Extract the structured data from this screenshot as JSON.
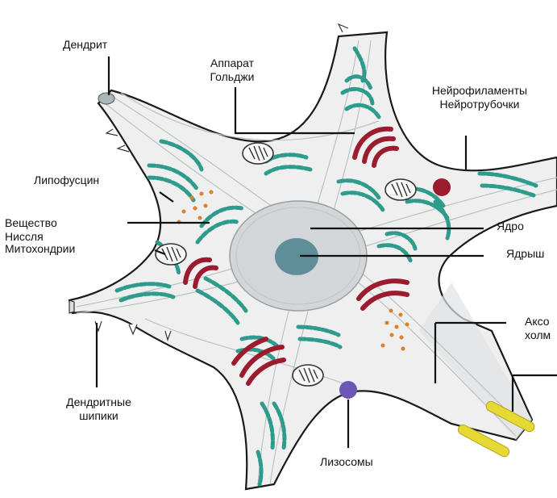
{
  "labels": {
    "dendrite": "Дендрит",
    "golgi_line1": "Аппарат",
    "golgi_line2": "Гольджи",
    "neurofilaments": "Нейрофиламенты",
    "neurotubules": "Нейротрубочки",
    "lipofuscin": "Липофусцин",
    "nissl_line1": "Вещество",
    "nissl_line2": "Ниссля",
    "mitochondria": "Митохондрии",
    "nucleus": "Ядро",
    "nucleolus": "Ядрыш",
    "axon_hillock_line1": "Аксо",
    "axon_hillock_line2": "холм",
    "dendritic_spines_line1": "Дендритные",
    "dendritic_spines_line2": "шипики",
    "lysosomes": "Лизосомы"
  },
  "colors": {
    "cytoplasm": "#efefef",
    "membrane": "#1a1a1a",
    "filament": "#b9c2c2",
    "nissl": "#2e9b8c",
    "golgi": "#9b1b2f",
    "nucleus": "#d3d6d8",
    "nucleolus": "#5f8e98",
    "lysosome": "#6e56b7",
    "lipofuscin": "#d9822b",
    "myelin": "#e6d934",
    "leader": "#111111"
  }
}
